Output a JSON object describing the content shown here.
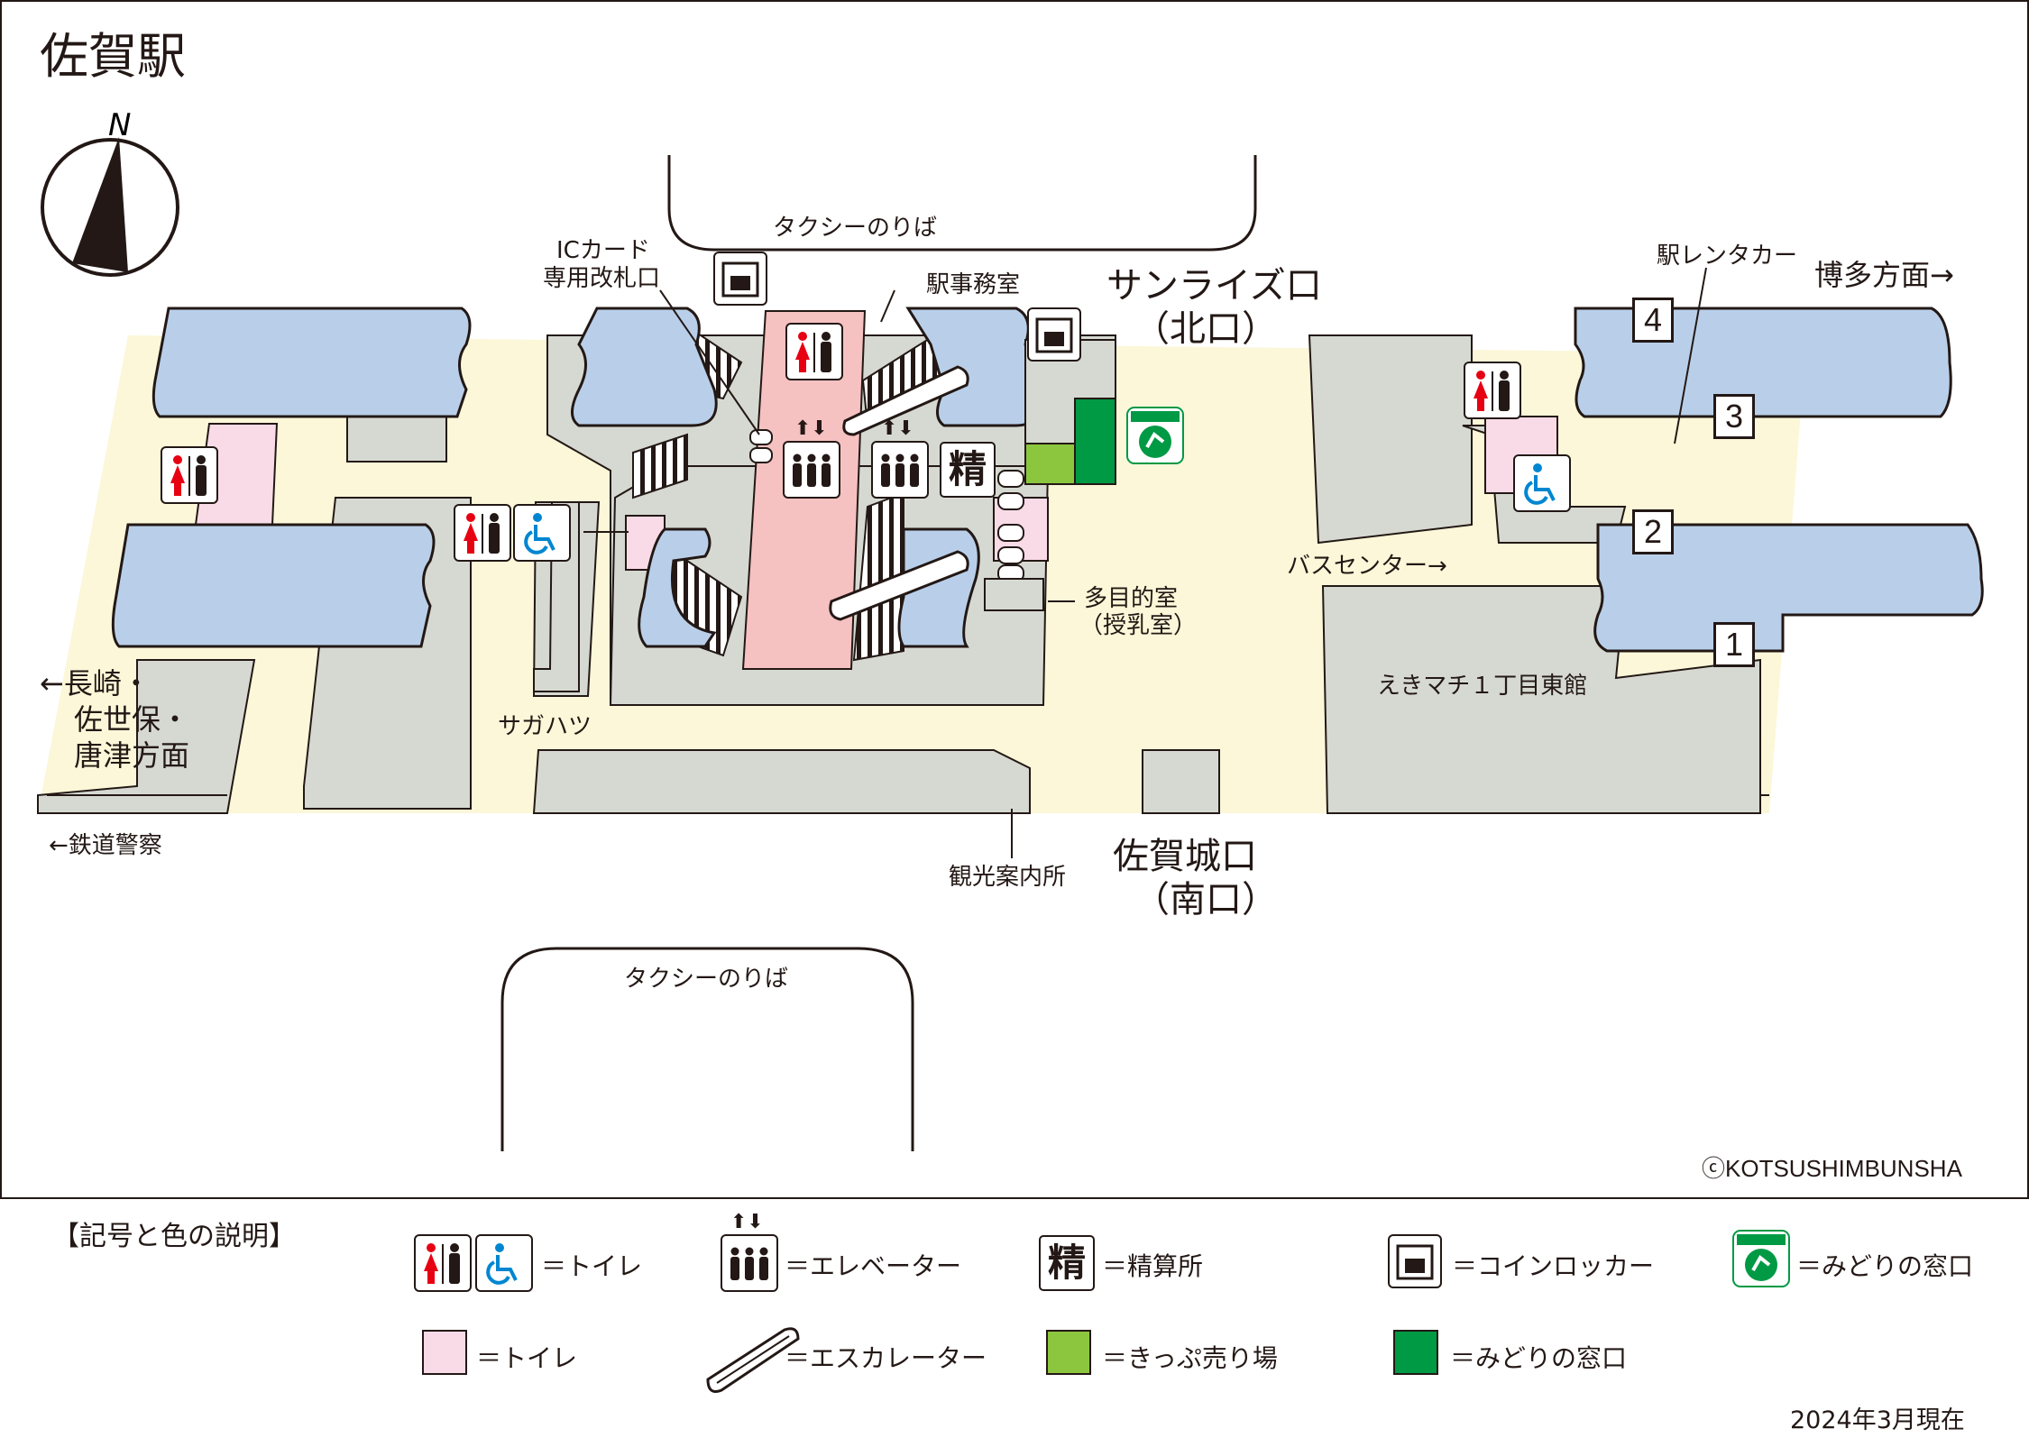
{
  "title": "佐賀駅",
  "labels": {
    "taxi_north": "タクシーのりば",
    "taxi_south": "タクシーのりば",
    "ic_gate_1": "ICカード",
    "ic_gate_2": "専用改札口",
    "station_office": "駅事務室",
    "north_exit_1": "サンライズ口",
    "north_exit_2": "（北口）",
    "south_exit_1": "佐賀城口",
    "south_exit_2": "（南口）",
    "rent_a_car": "駅レンタカー",
    "to_hakata": "博多方面→",
    "bus_center": "バスセンター→",
    "multi_room_1": "多目的室",
    "multi_room_2": "（授乳室）",
    "ekimachi": "えきマチ１丁目東館",
    "sagahatsu": "サガハツ",
    "tourist_info": "観光案内所",
    "to_nagasaki_1": "←長崎・",
    "to_nagasaki_2": "佐世保・",
    "to_nagasaki_3": "唐津方面",
    "railway_police": "←鉄道警察",
    "copyright": "ⓒKOTSUSHIMBUNSHA",
    "fare_adjust_glyph": "精",
    "midori_small": "みどりの窓口"
  },
  "platforms": [
    "1",
    "2",
    "3",
    "4"
  ],
  "legend": {
    "heading": "【記号と色の説明】",
    "items": [
      {
        "label": "＝トイレ",
        "icon": "toilet-icon"
      },
      {
        "label": "＝エレベーター",
        "icon": "elevator-icon"
      },
      {
        "label": "＝精算所",
        "icon": "fare-adjustment-icon",
        "glyph": "精"
      },
      {
        "label": "＝コインロッカー",
        "icon": "coin-locker-icon"
      },
      {
        "label": "＝みどりの窓口",
        "icon": "midori-window-icon"
      },
      {
        "label": "＝トイレ",
        "icon": "toilet-area-swatch",
        "color": "#f9dbe8"
      },
      {
        "label": "＝エスカレーター",
        "icon": "escalator-icon"
      },
      {
        "label": "＝きっぷ売り場",
        "icon": "ticket-office-swatch",
        "color": "#8cc63f"
      },
      {
        "label": "＝みどりの窓口",
        "icon": "midori-window-swatch",
        "color": "#009944"
      }
    ]
  },
  "date": "2024年3月現在",
  "colors": {
    "platform": "#b9cfe9",
    "building": "#d6d9d1",
    "plaza": "#fbf7d8",
    "toilet_area": "#f9dbe8",
    "concourse": "#f6c1c1",
    "ticket_office": "#8cc63f",
    "midori": "#009944",
    "toilet_female": "#e60012",
    "accessible": "#0086d1"
  }
}
